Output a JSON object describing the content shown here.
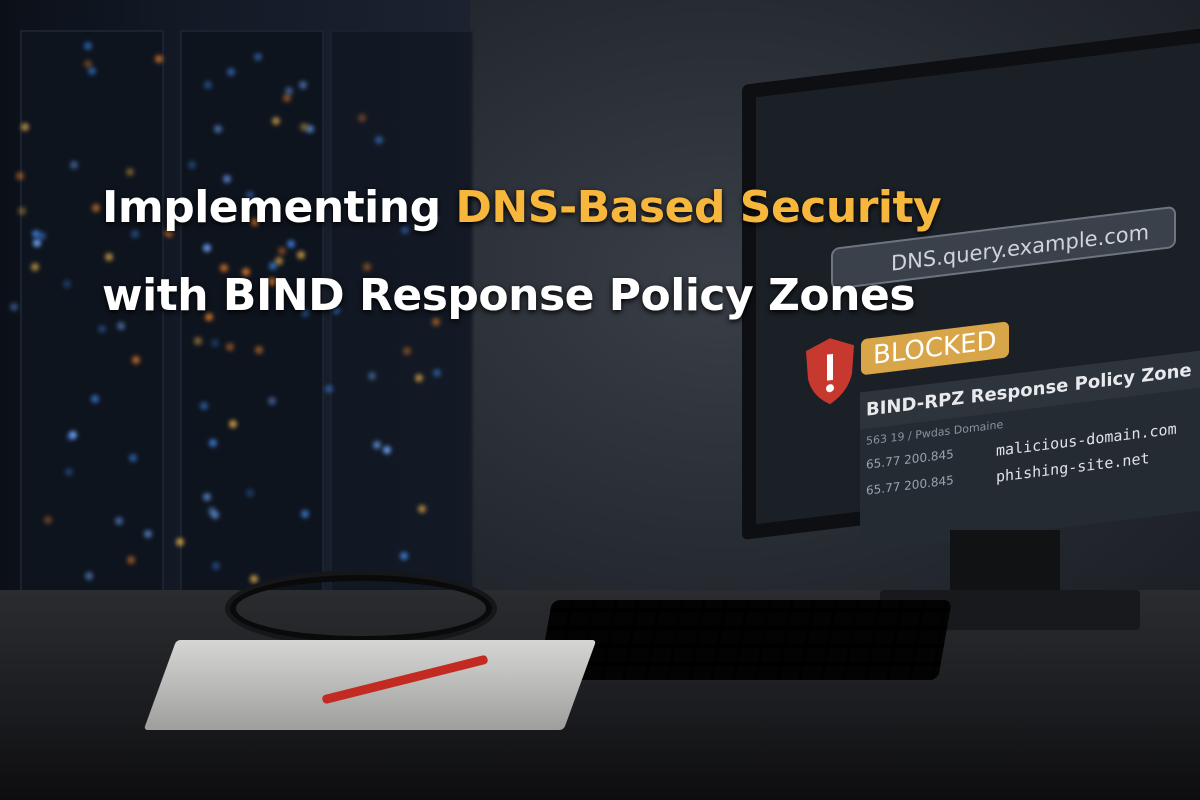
{
  "title": {
    "line1_prefix": "Implementing ",
    "line1_highlight": "DNS-Based Security",
    "line2": "with BIND Response Policy Zones",
    "highlight_color": "#f6b73c"
  },
  "monitor": {
    "query": "DNS.query.example.com",
    "status": "BLOCKED",
    "status_color": "#d8a548",
    "shield_icon": "shield-exclamation-icon",
    "panel_title": "BIND-RPZ Response Policy Zone",
    "table_header": "563  19 / Pwdas Domaine",
    "rows": [
      {
        "ip": "65.77 200.845",
        "domain": "malicious-domain.com"
      },
      {
        "ip": "65.77 200.845",
        "domain": "phishing-site.net"
      }
    ]
  }
}
